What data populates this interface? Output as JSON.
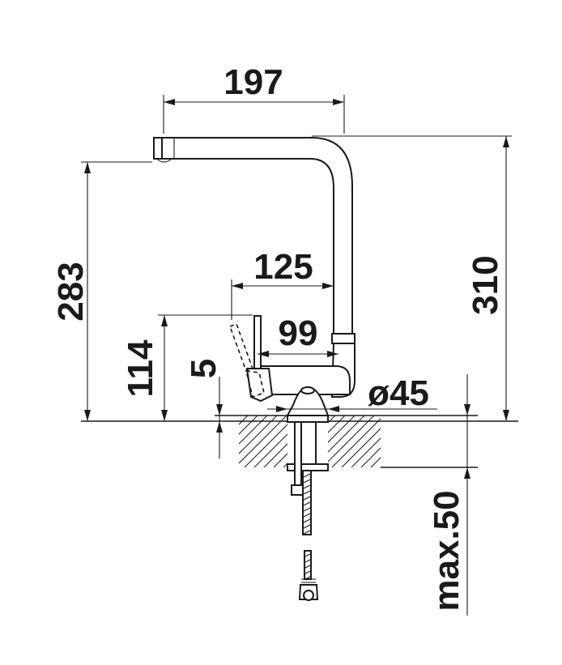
{
  "dimensions": {
    "spout_reach": "197",
    "total_height": "310",
    "spout_height": "283",
    "lever_reach": "125",
    "base_to_lever": "99",
    "lever_height": "114",
    "base_gap": "5",
    "base_diameter": "ø45",
    "max_counter_thickness": "max.50"
  }
}
